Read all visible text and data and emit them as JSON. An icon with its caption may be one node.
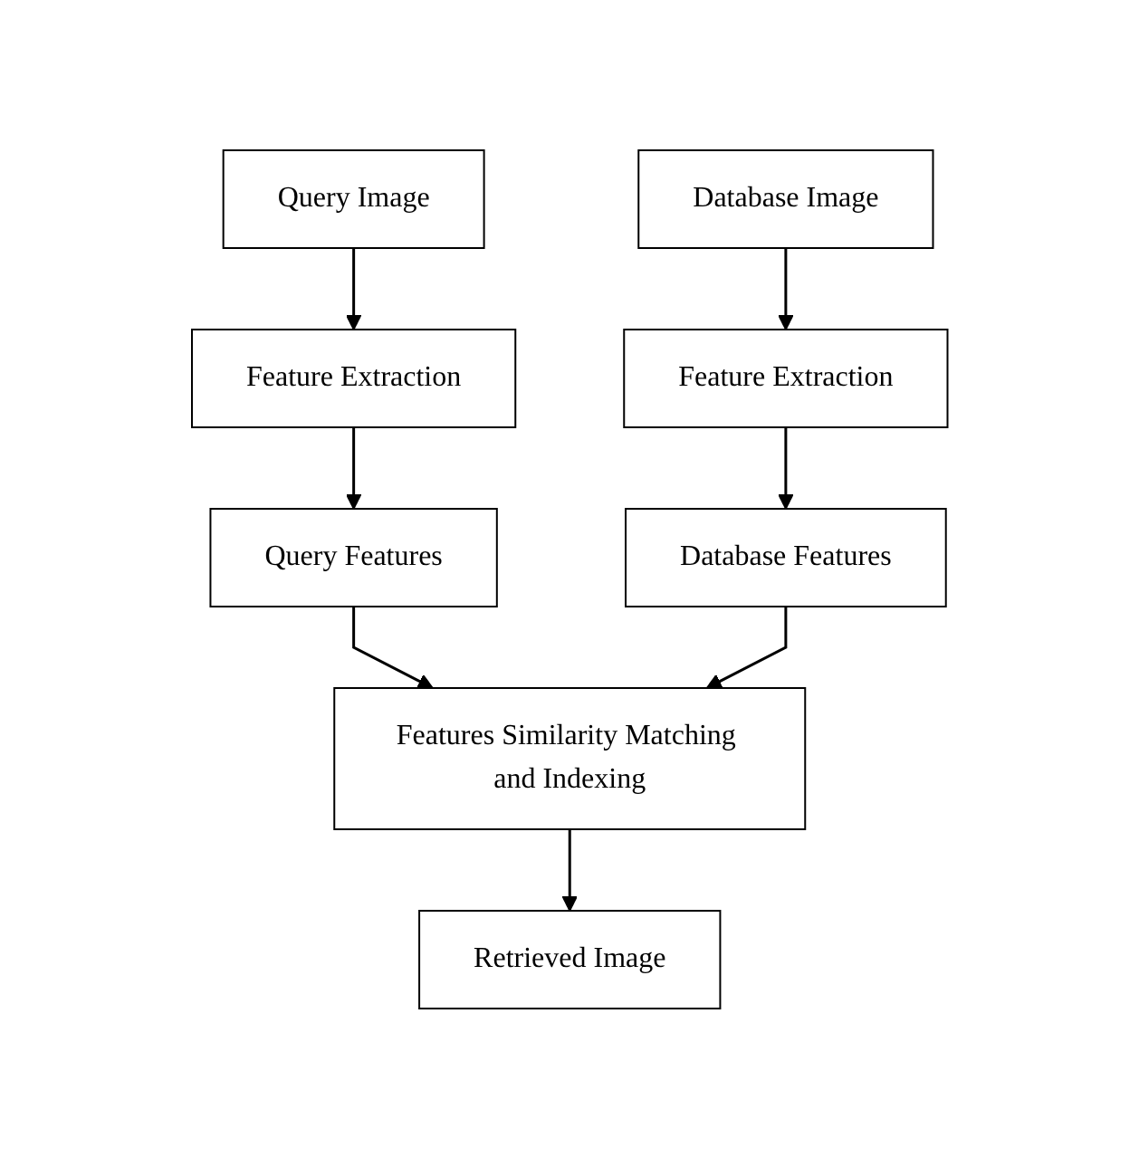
{
  "diagram": {
    "nodes": [
      {
        "text": [
          "Query Image"
        ]
      },
      {
        "text": [
          "Database Image"
        ]
      },
      {
        "text": [
          "Feature Extraction"
        ]
      },
      {
        "text": [
          "Feature Extraction"
        ]
      },
      {
        "text": [
          "Query Features"
        ]
      },
      {
        "text": [
          "Database Features"
        ]
      },
      {
        "text": [
          "Features Similarity Matching and Indexing"
        ]
      },
      {
        "text": [
          "Retrieved Image"
        ]
      }
    ],
    "edges": [
      {
        "from": 0,
        "to": 2,
        "arrow": "to"
      },
      {
        "from": 2,
        "to": 4,
        "arrow": "to"
      },
      {
        "from": 4,
        "to": 6,
        "arrow": "to"
      },
      {
        "from": 1,
        "to": 3,
        "arrow": "to"
      },
      {
        "from": 3,
        "to": 5,
        "arrow": "to"
      },
      {
        "from": 5,
        "to": 6,
        "arrow": "to"
      },
      {
        "from": 6,
        "to": 7,
        "arrow": "to"
      }
    ]
  }
}
